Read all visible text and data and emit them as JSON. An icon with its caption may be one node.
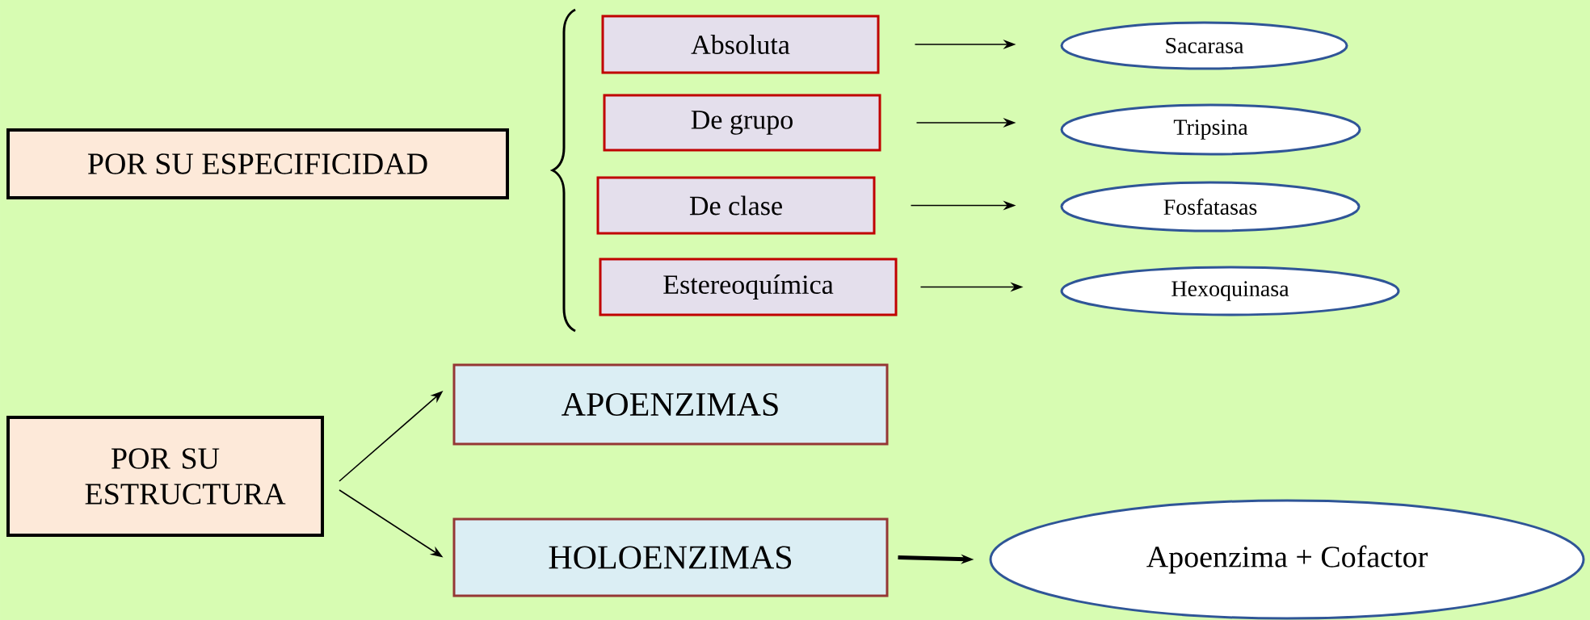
{
  "diagram": {
    "nodes": [
      {
        "text": [
          "POR SU ESPECIFICIDAD"
        ]
      },
      {
        "text": [
          "Absoluta"
        ]
      },
      {
        "text": [
          "De grupo"
        ]
      },
      {
        "text": [
          "De clase"
        ]
      },
      {
        "text": [
          "Estereoquímica"
        ]
      },
      {
        "text": [
          "Sacarasa"
        ]
      },
      {
        "text": [
          "Tripsina"
        ]
      },
      {
        "text": [
          "Fosfatasas"
        ]
      },
      {
        "text": [
          "Hexoquinasa"
        ]
      },
      {
        "text": [
          "POR SU ESTRUCTURA"
        ]
      },
      {
        "text": [
          "APOENZIMAS"
        ]
      },
      {
        "text": [
          "HOLOENZIMAS"
        ]
      },
      {
        "text": [
          "Apoenzima + Cofactor"
        ]
      }
    ],
    "edges": [
      {
        "from": 1,
        "to": 5,
        "arrow": "to"
      },
      {
        "from": 2,
        "to": 6,
        "arrow": "to"
      },
      {
        "from": 3,
        "to": 7,
        "arrow": "to"
      },
      {
        "from": 4,
        "to": 8,
        "arrow": "to"
      },
      {
        "from": 9,
        "to": 10,
        "arrow": "to"
      },
      {
        "from": 9,
        "to": 11,
        "arrow": "to"
      },
      {
        "from": 11,
        "to": 12,
        "arrow": "to",
        "style": "thick"
      }
    ]
  }
}
